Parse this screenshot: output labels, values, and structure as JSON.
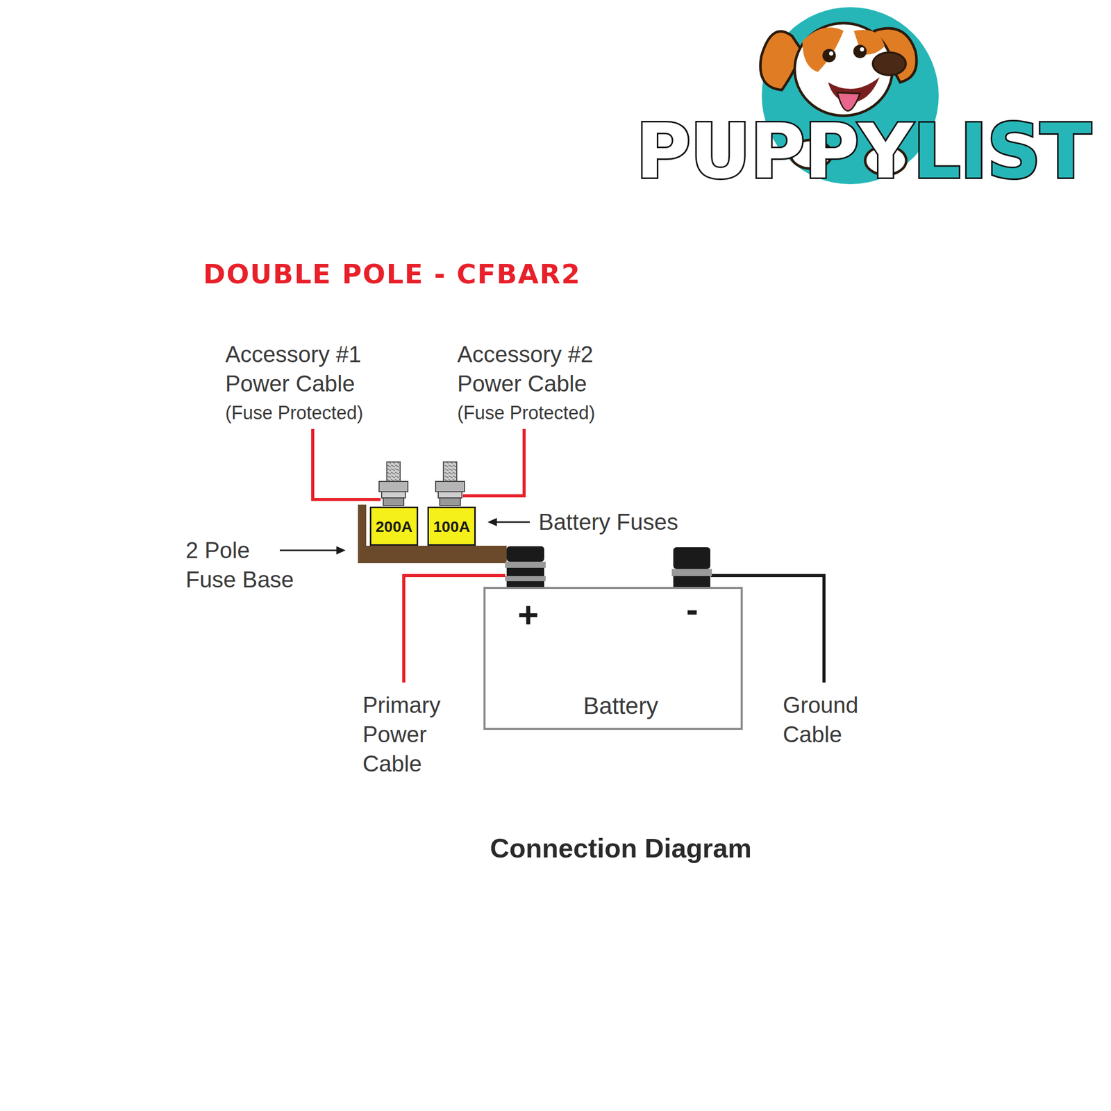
{
  "diagram": {
    "title": "DOUBLE POLE - CFBAR2",
    "caption": "Connection Diagram",
    "nodes": [
      {
        "text": [
          "200A"
        ]
      },
      {
        "text": [
          "100A"
        ]
      },
      {
        "text": [
          "+",
          "-",
          "Battery"
        ]
      }
    ],
    "labels": [
      "PUPPY",
      "LIST",
      "Accessory #1 Power Cable",
      "(Fuse Protected)",
      "Accessory #2 Power Cable",
      "(Fuse Protected)",
      "Battery Fuses",
      "2 Pole Fuse Base",
      "Primary Power Cable",
      "Ground Cable"
    ]
  }
}
